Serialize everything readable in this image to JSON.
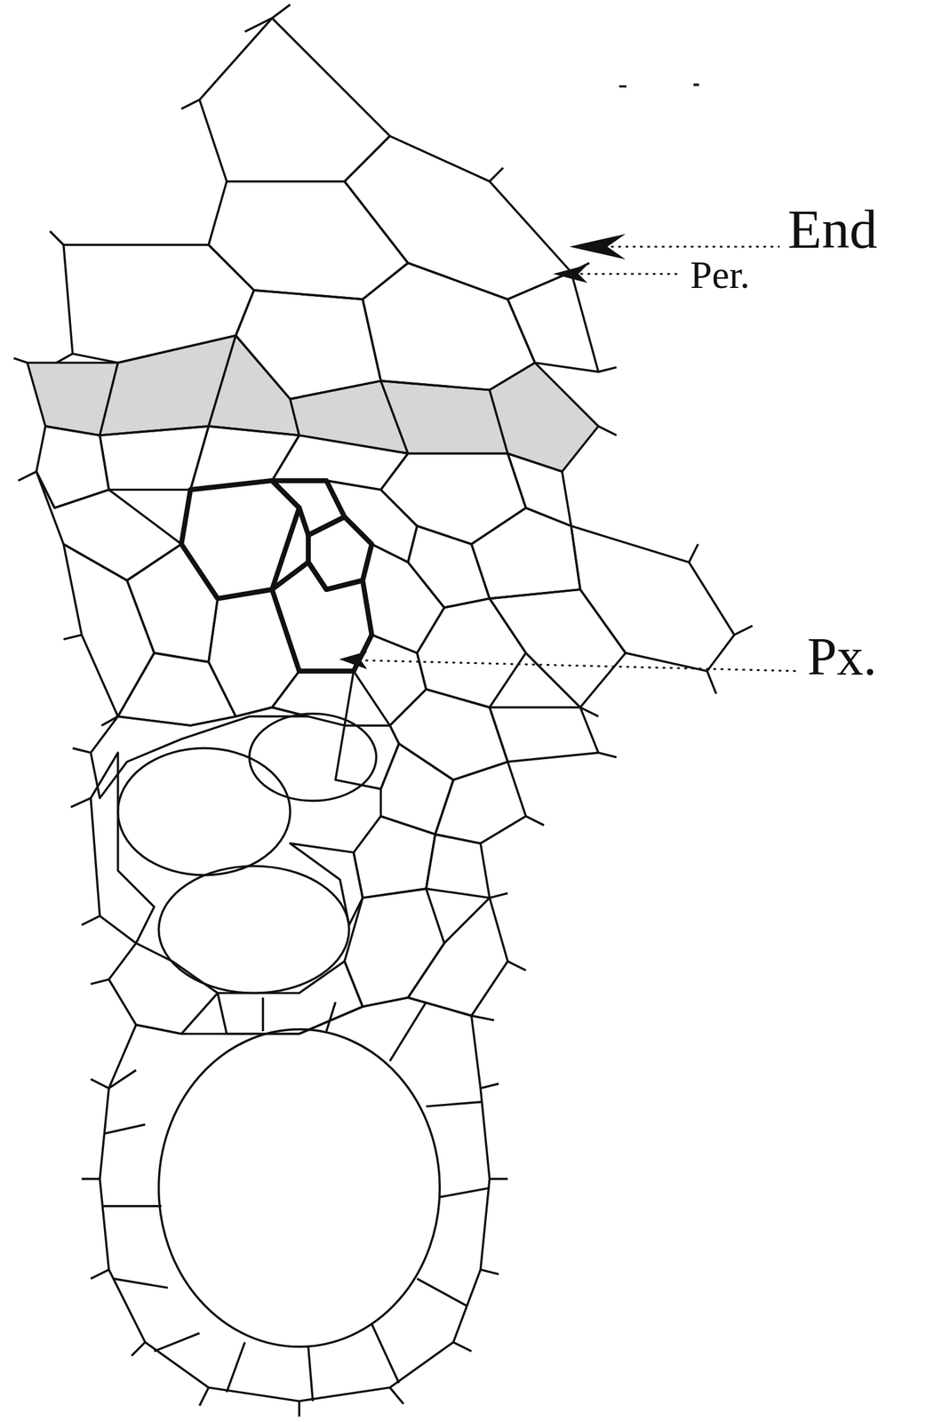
{
  "diagram": {
    "labels": [
      "End",
      "Per.",
      "Px."
    ]
  }
}
